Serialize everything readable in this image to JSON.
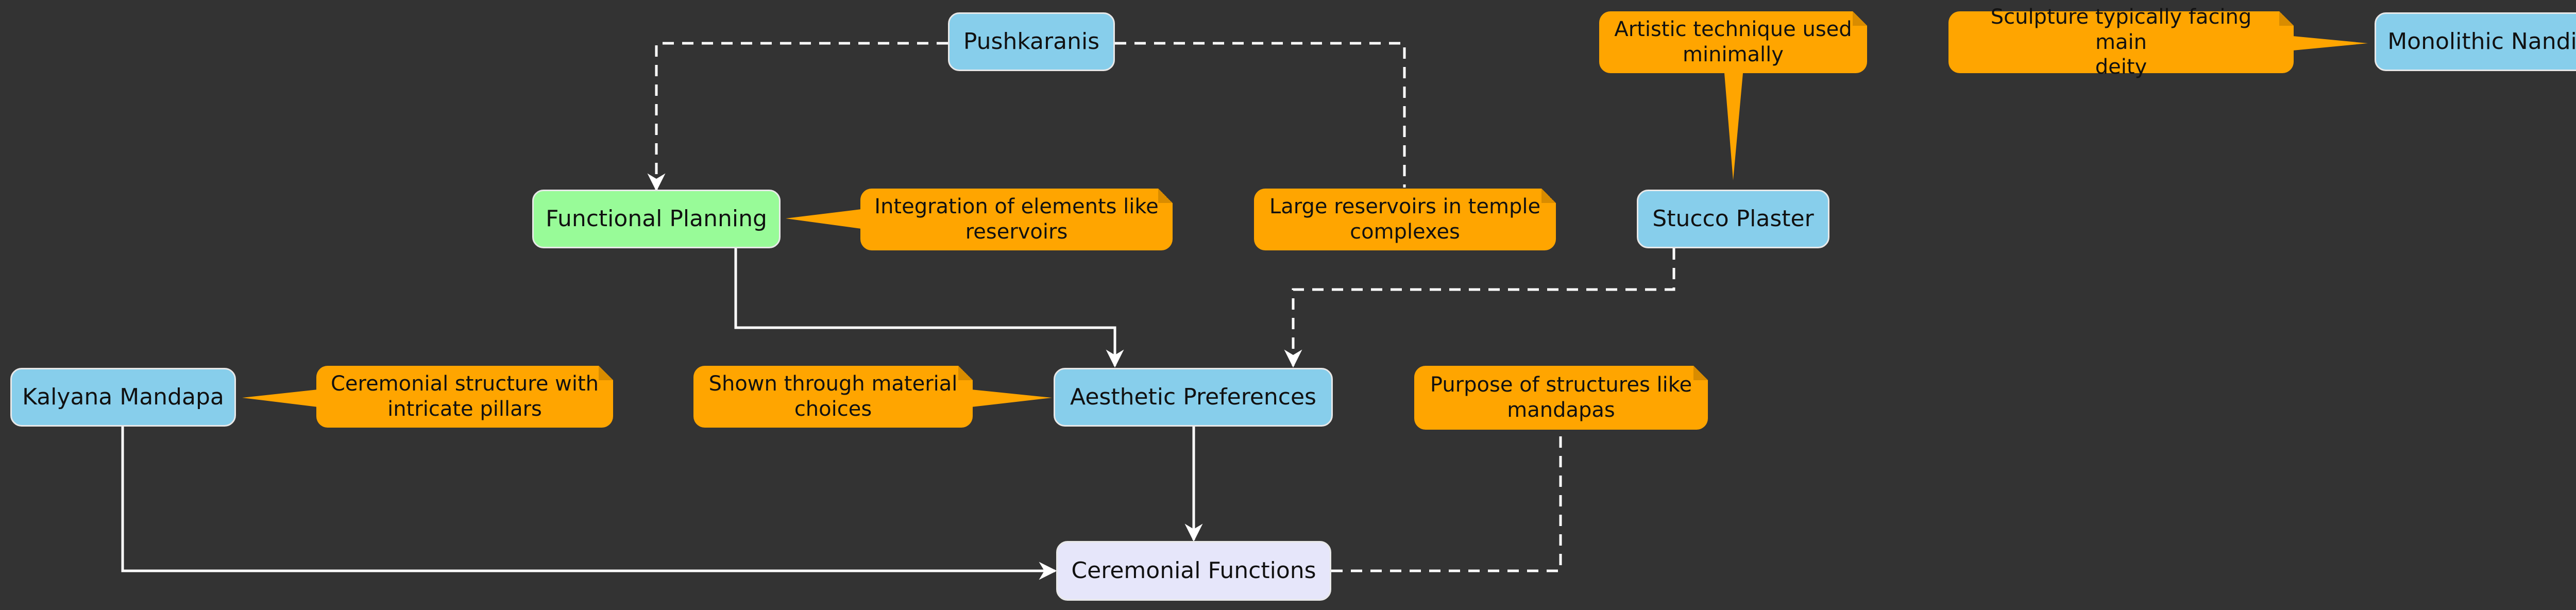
{
  "nodes": {
    "pushkaranis": "Pushkaranis",
    "functional_planning": "Functional Planning",
    "stucco_plaster": "Stucco Plaster",
    "monolithic_nandi": "Monolithic Nandi",
    "kalyana_mandapa": "Kalyana Mandapa",
    "aesthetic_preferences": "Aesthetic Preferences",
    "ceremonial_functions": "Ceremonial Functions"
  },
  "notes": {
    "integration": "Integration of elements like\nreservoirs",
    "reservoirs": "Large reservoirs in temple\ncomplexes",
    "stucco": "Artistic technique used\nminimally",
    "nandi": "Sculpture typically facing main\ndeity",
    "kalyana": "Ceremonial structure with\nintricate pillars",
    "material": "Shown through material\nchoices",
    "purpose": "Purpose of structures like\nmandapas"
  },
  "colors": {
    "background": "#333333",
    "node_blue": "#87ceeb",
    "node_green": "#98fb98",
    "node_lavender": "#e6e6fa",
    "note": "#ffa500",
    "edge": "#ffffff"
  }
}
